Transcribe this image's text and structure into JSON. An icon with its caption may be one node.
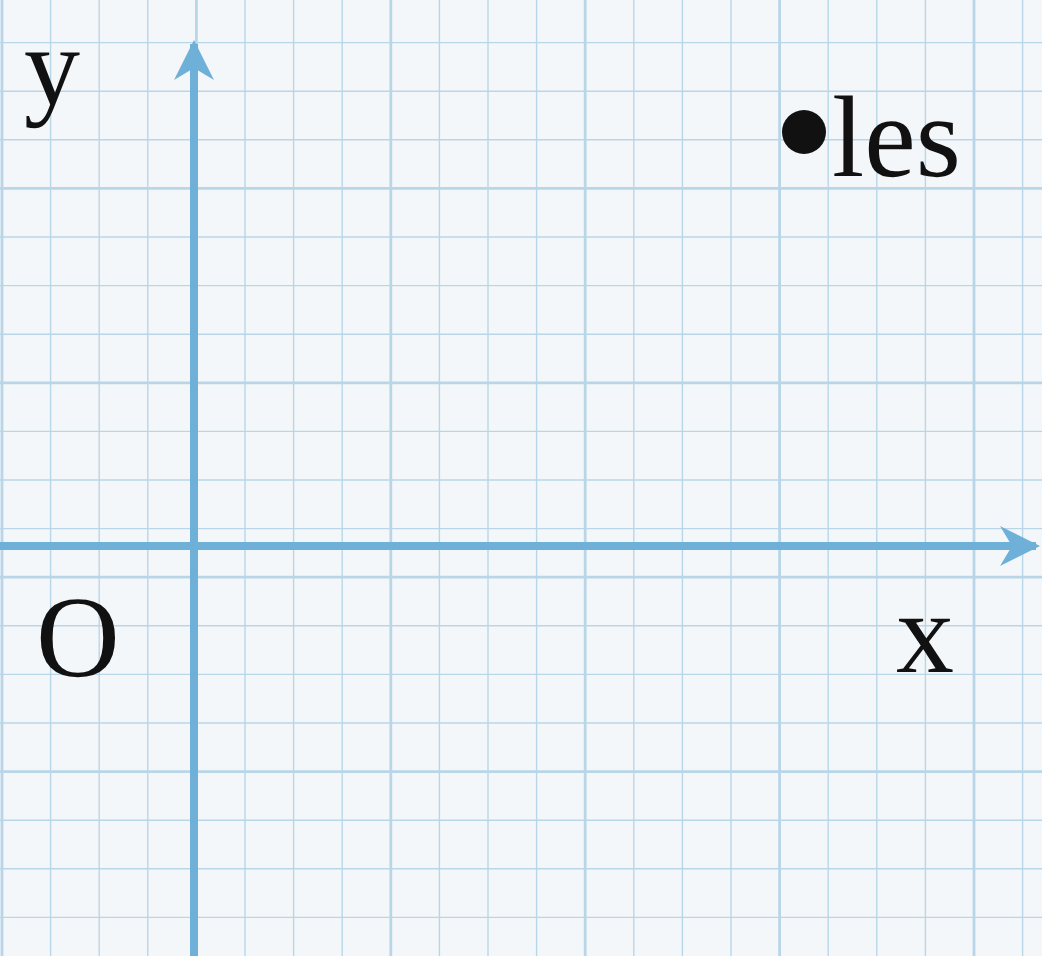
{
  "diagram": {
    "labels": [
      "y",
      "les",
      "O",
      "x"
    ]
  }
}
